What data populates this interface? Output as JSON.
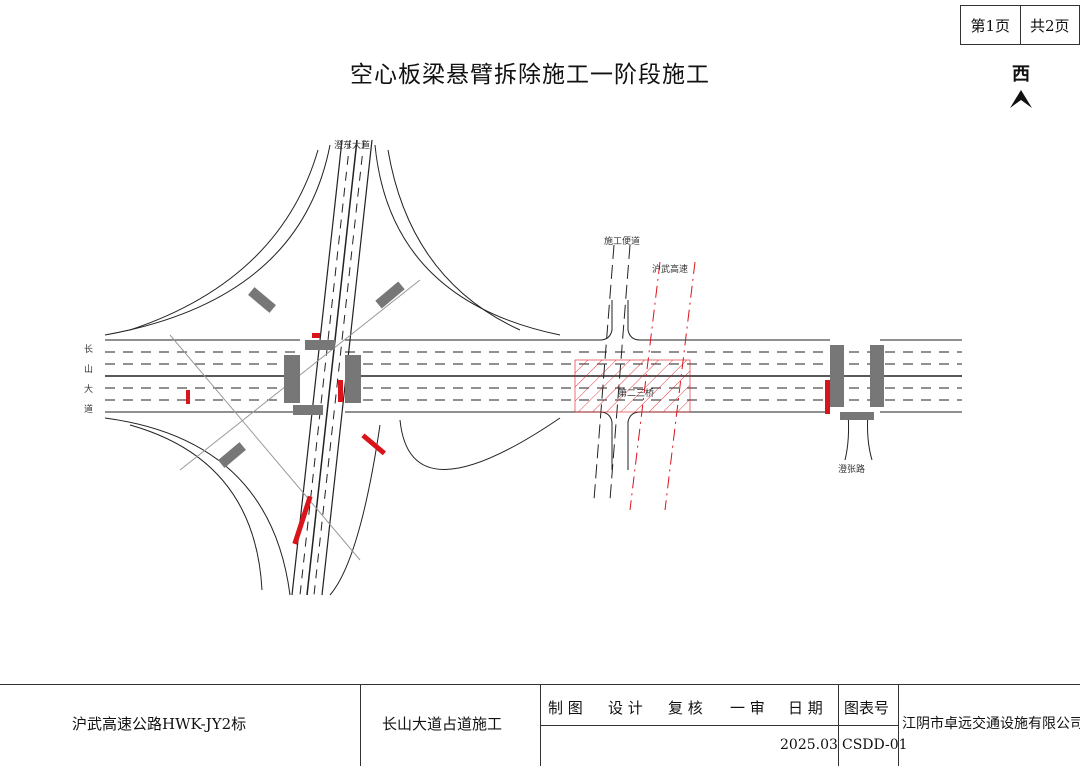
{
  "page": {
    "current": "第1页",
    "total": "共2页"
  },
  "title": "空心板梁悬臂拆除施工一阶段施工",
  "north": {
    "label": "西"
  },
  "road_labels": {
    "north_road": "澄东大道",
    "west_road": [
      "长",
      "山",
      "大",
      "道"
    ],
    "construction_access": "施工便道",
    "expressway": "沪武高速",
    "bridge": "第二三桥",
    "south_road": "澄张路"
  },
  "title_block": {
    "project": "沪武高速公路HWK-JY2标",
    "drawing_name": "长山大道占道施工",
    "roles": [
      "制 图",
      "设 计",
      "复 核",
      "一 审",
      "日 期",
      "图表号"
    ],
    "date": "2025.03",
    "drawing_no": "CSDD-01",
    "company": "江阴市卓远交通设施有限公司"
  },
  "colors": {
    "line": "#222222",
    "barrier": "#d9141b",
    "hatch": "#d9141b"
  }
}
